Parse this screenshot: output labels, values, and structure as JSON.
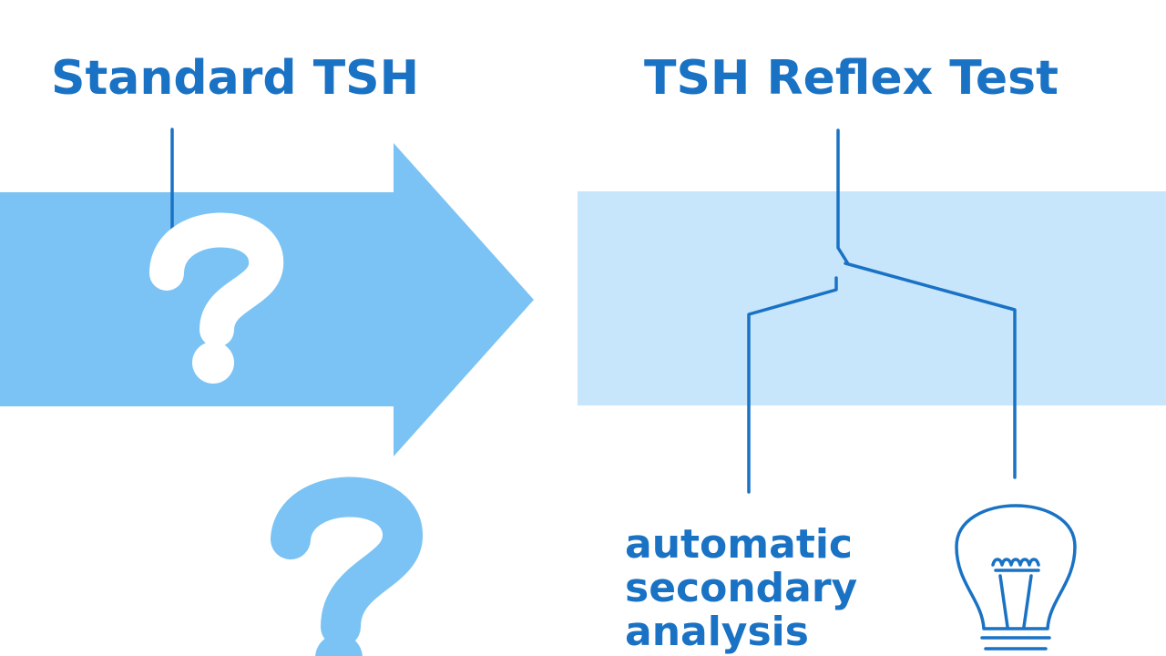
{
  "headings": {
    "standard": "Standard TSH",
    "reflex": "TSH Reflex Test"
  },
  "reflex_caption": {
    "line1": "automatic",
    "line2": "secondary",
    "line3": "analysis"
  },
  "icons": {
    "standard_question": "question-mark-icon",
    "floating_question": "question-mark-icon",
    "reflex_result": "lightbulb-icon"
  },
  "colors": {
    "heading_text": "#1a72c4",
    "connector_line": "#1a72c4",
    "standard_arrow": "#7bc3f4",
    "reflex_band": "#c7e6fb",
    "question_mark": "#ffffff",
    "floating_question_mark": "#7bc3f4"
  }
}
